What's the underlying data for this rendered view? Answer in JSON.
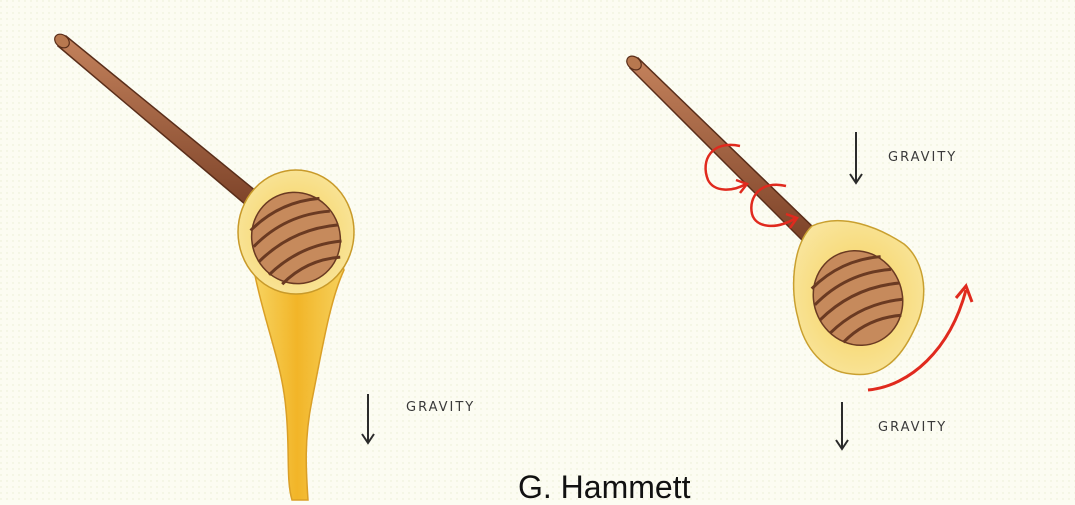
{
  "illustration": {
    "left_panel": {
      "label": "GRAVITY"
    },
    "right_panel": {
      "label_top": "GRAVITY",
      "label_bottom": "GRAVITY"
    },
    "colors": {
      "background": "#fcfcf2",
      "honey": "#f3c232",
      "honey_light": "#fbe79a",
      "wood": "#9c5a3a",
      "rotation_arrow": "#e02a1e",
      "ink": "#2b2b2b"
    }
  },
  "credit": {
    "author": "G. Hammett"
  }
}
